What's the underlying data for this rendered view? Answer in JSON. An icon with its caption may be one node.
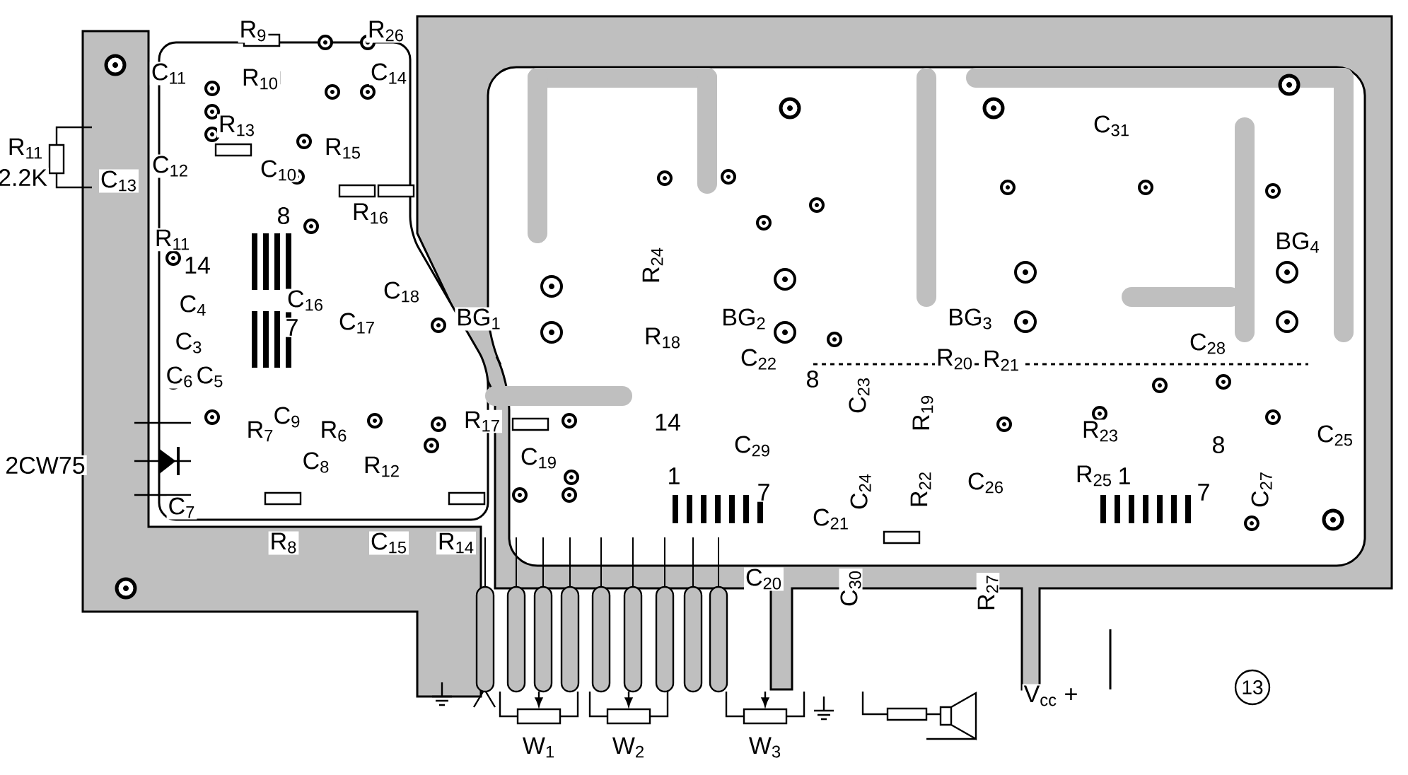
{
  "diagram": {
    "labels": [
      "R$_{9}$",
      "R$_{26}$",
      "C$_{11}$",
      "R$_{10}$",
      "C$_{14}$",
      "C$_{31}$",
      "R$_{13}$",
      "R$_{15}$",
      "R$_{11}$",
      "2.2K",
      "C$_{12}$",
      "C$_{13}$",
      "C$_{10}$",
      "8",
      "R$_{16}$",
      "R$_{11}$",
      "BG$_{4}$",
      "14",
      "R$_{24}$",
      "C$_{18}$",
      "C$_{16}$",
      "C$_{4}$",
      "BG$_{1}$",
      "BG$_{2}$",
      "BG$_{3}$",
      "C$_{17}$",
      "7",
      "R$_{18}$",
      "C$_{3}$",
      "C$_{28}$",
      "C$_{22}$",
      "R$_{20}$",
      "R$_{21}$",
      "C$_{6}$",
      "C$_{5}$",
      "8",
      "C$_{23}$",
      "R$_{19}$",
      "C$_{9}$",
      "R$_{17}$",
      "14",
      "R$_{7}$",
      "R$_{6}$",
      "R$_{23}$",
      "C$_{25}$",
      "8",
      "C$_{29}$",
      "C$_{19}$",
      "C$_{8}$",
      "2CW75",
      "R$_{12}$",
      "1",
      "R$_{25}$",
      "1",
      "C$_{26}$",
      "R$_{22}$",
      "C$_{24}$",
      "C$_{27}$",
      "7",
      "7",
      "C$_{7}$",
      "C$_{21}$",
      "R$_{8}$",
      "C$_{15}$",
      "R$_{14}$",
      "C$_{20}$",
      "C$_{30}$",
      "R$_{27}$",
      "13",
      "V$_{cc}$ +",
      "W$_{1}$",
      "W$_{2}$",
      "W$_{3}$"
    ]
  }
}
